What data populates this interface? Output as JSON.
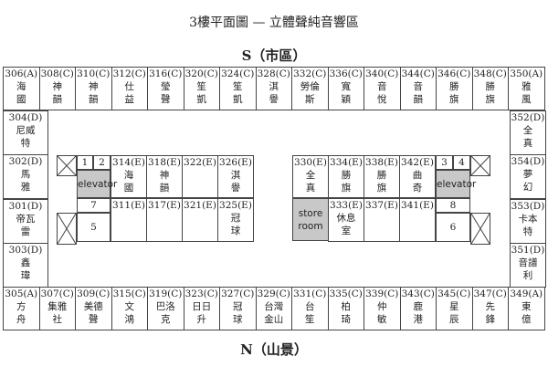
{
  "title": "3樓平面圖 — 立體聲純音響區",
  "south": "S（市區）",
  "north": "N（山景）",
  "top_row": [
    {
      "num": "306(A)",
      "name": "海\n國"
    },
    {
      "num": "308(C)",
      "name": "神\n韻"
    },
    {
      "num": "310(C)",
      "name": "神\n韻"
    },
    {
      "num": "312(C)",
      "name": "仕\n益"
    },
    {
      "num": "316(C)",
      "name": "瑩\n聲"
    },
    {
      "num": "320(C)",
      "name": "笙\n凱"
    },
    {
      "num": "324(C)",
      "name": "笙\n凱"
    },
    {
      "num": "328(C)",
      "name": "淇\n譽"
    },
    {
      "num": "332(C)",
      "name": "勞倫\n斯"
    },
    {
      "num": "336(C)",
      "name": "寬\n穎"
    },
    {
      "num": "340(C)",
      "name": "音\n悅"
    },
    {
      "num": "344(C)",
      "name": "音\n韻"
    },
    {
      "num": "346(C)",
      "name": "勝\n旗"
    },
    {
      "num": "348(C)",
      "name": "勝\n旗"
    },
    {
      "num": "350(A)",
      "name": "雅\n風"
    }
  ],
  "bottom_row": [
    {
      "num": "305(A)",
      "name": "方\n舟"
    },
    {
      "num": "307(C)",
      "name": "集雅\n社"
    },
    {
      "num": "309(C)",
      "name": "美德\n聲"
    },
    {
      "num": "315(C)",
      "name": "文\n鴻"
    },
    {
      "num": "319(C)",
      "name": "巴洛\n克"
    },
    {
      "num": "323(C)",
      "name": "日日\n升"
    },
    {
      "num": "327(C)",
      "name": "冠\n球"
    },
    {
      "num": "329(C)",
      "name": "台灣\n金山"
    },
    {
      "num": "331(C)",
      "name": "台\n笙"
    },
    {
      "num": "335(C)",
      "name": "柏\n琦"
    },
    {
      "num": "339(C)",
      "name": "仲\n敏"
    },
    {
      "num": "343(C)",
      "name": "鹿\n港"
    },
    {
      "num": "345(C)",
      "name": "星\n辰"
    },
    {
      "num": "347(C)",
      "name": "先\n鋒"
    },
    {
      "num": "349(A)",
      "name": "東\n億"
    }
  ],
  "left_col": [
    {
      "num": "304(D)",
      "name": "尼威\n特"
    },
    {
      "num": "302(D)",
      "name": "馬\n雅"
    },
    {
      "num": "301(D)",
      "name": "帝瓦\n雷"
    },
    {
      "num": "303(D)",
      "name": "鑫\n瑋"
    }
  ],
  "right_col": [
    {
      "num": "352(D)",
      "name": "全\n真"
    },
    {
      "num": "354(D)",
      "name": "夢\n幻"
    },
    {
      "num": "353(D)",
      "name": "卡本\n特"
    },
    {
      "num": "351(D)",
      "name": "音譜\n利"
    }
  ],
  "inner_left_top": [
    {
      "num": "314(E)",
      "name": "海\n國"
    },
    {
      "num": "318(E)",
      "name": "神\n韻"
    },
    {
      "num": "322(E)",
      "name": ""
    },
    {
      "num": "326(E)",
      "name": "淇\n譽"
    }
  ],
  "inner_left_bottom": [
    {
      "num": "311(E)",
      "name": ""
    },
    {
      "num": "317(E)",
      "name": ""
    },
    {
      "num": "321(E)",
      "name": ""
    },
    {
      "num": "325(E)",
      "name": "冠\n球"
    }
  ],
  "inner_right_top": [
    {
      "num": "330(E)",
      "name": "全\n真"
    },
    {
      "num": "334(E)",
      "name": "勝\n旗"
    },
    {
      "num": "338(E)",
      "name": "勝\n旗"
    },
    {
      "num": "342(E)",
      "name": "曲\n奇"
    }
  ],
  "inner_right_bottom": [
    {
      "num": "333(E)",
      "name": "休息\n室"
    },
    {
      "num": "337(E)",
      "name": ""
    },
    {
      "num": "341(E)",
      "name": ""
    }
  ],
  "elevator_label": "elevator",
  "store_room_label": "store\nroom",
  "stairs_left": {
    "a": "1",
    "b": "2",
    "c": "7",
    "d": "5"
  },
  "stairs_right": {
    "a": "3",
    "b": "4",
    "c": "8",
    "d": "6"
  }
}
